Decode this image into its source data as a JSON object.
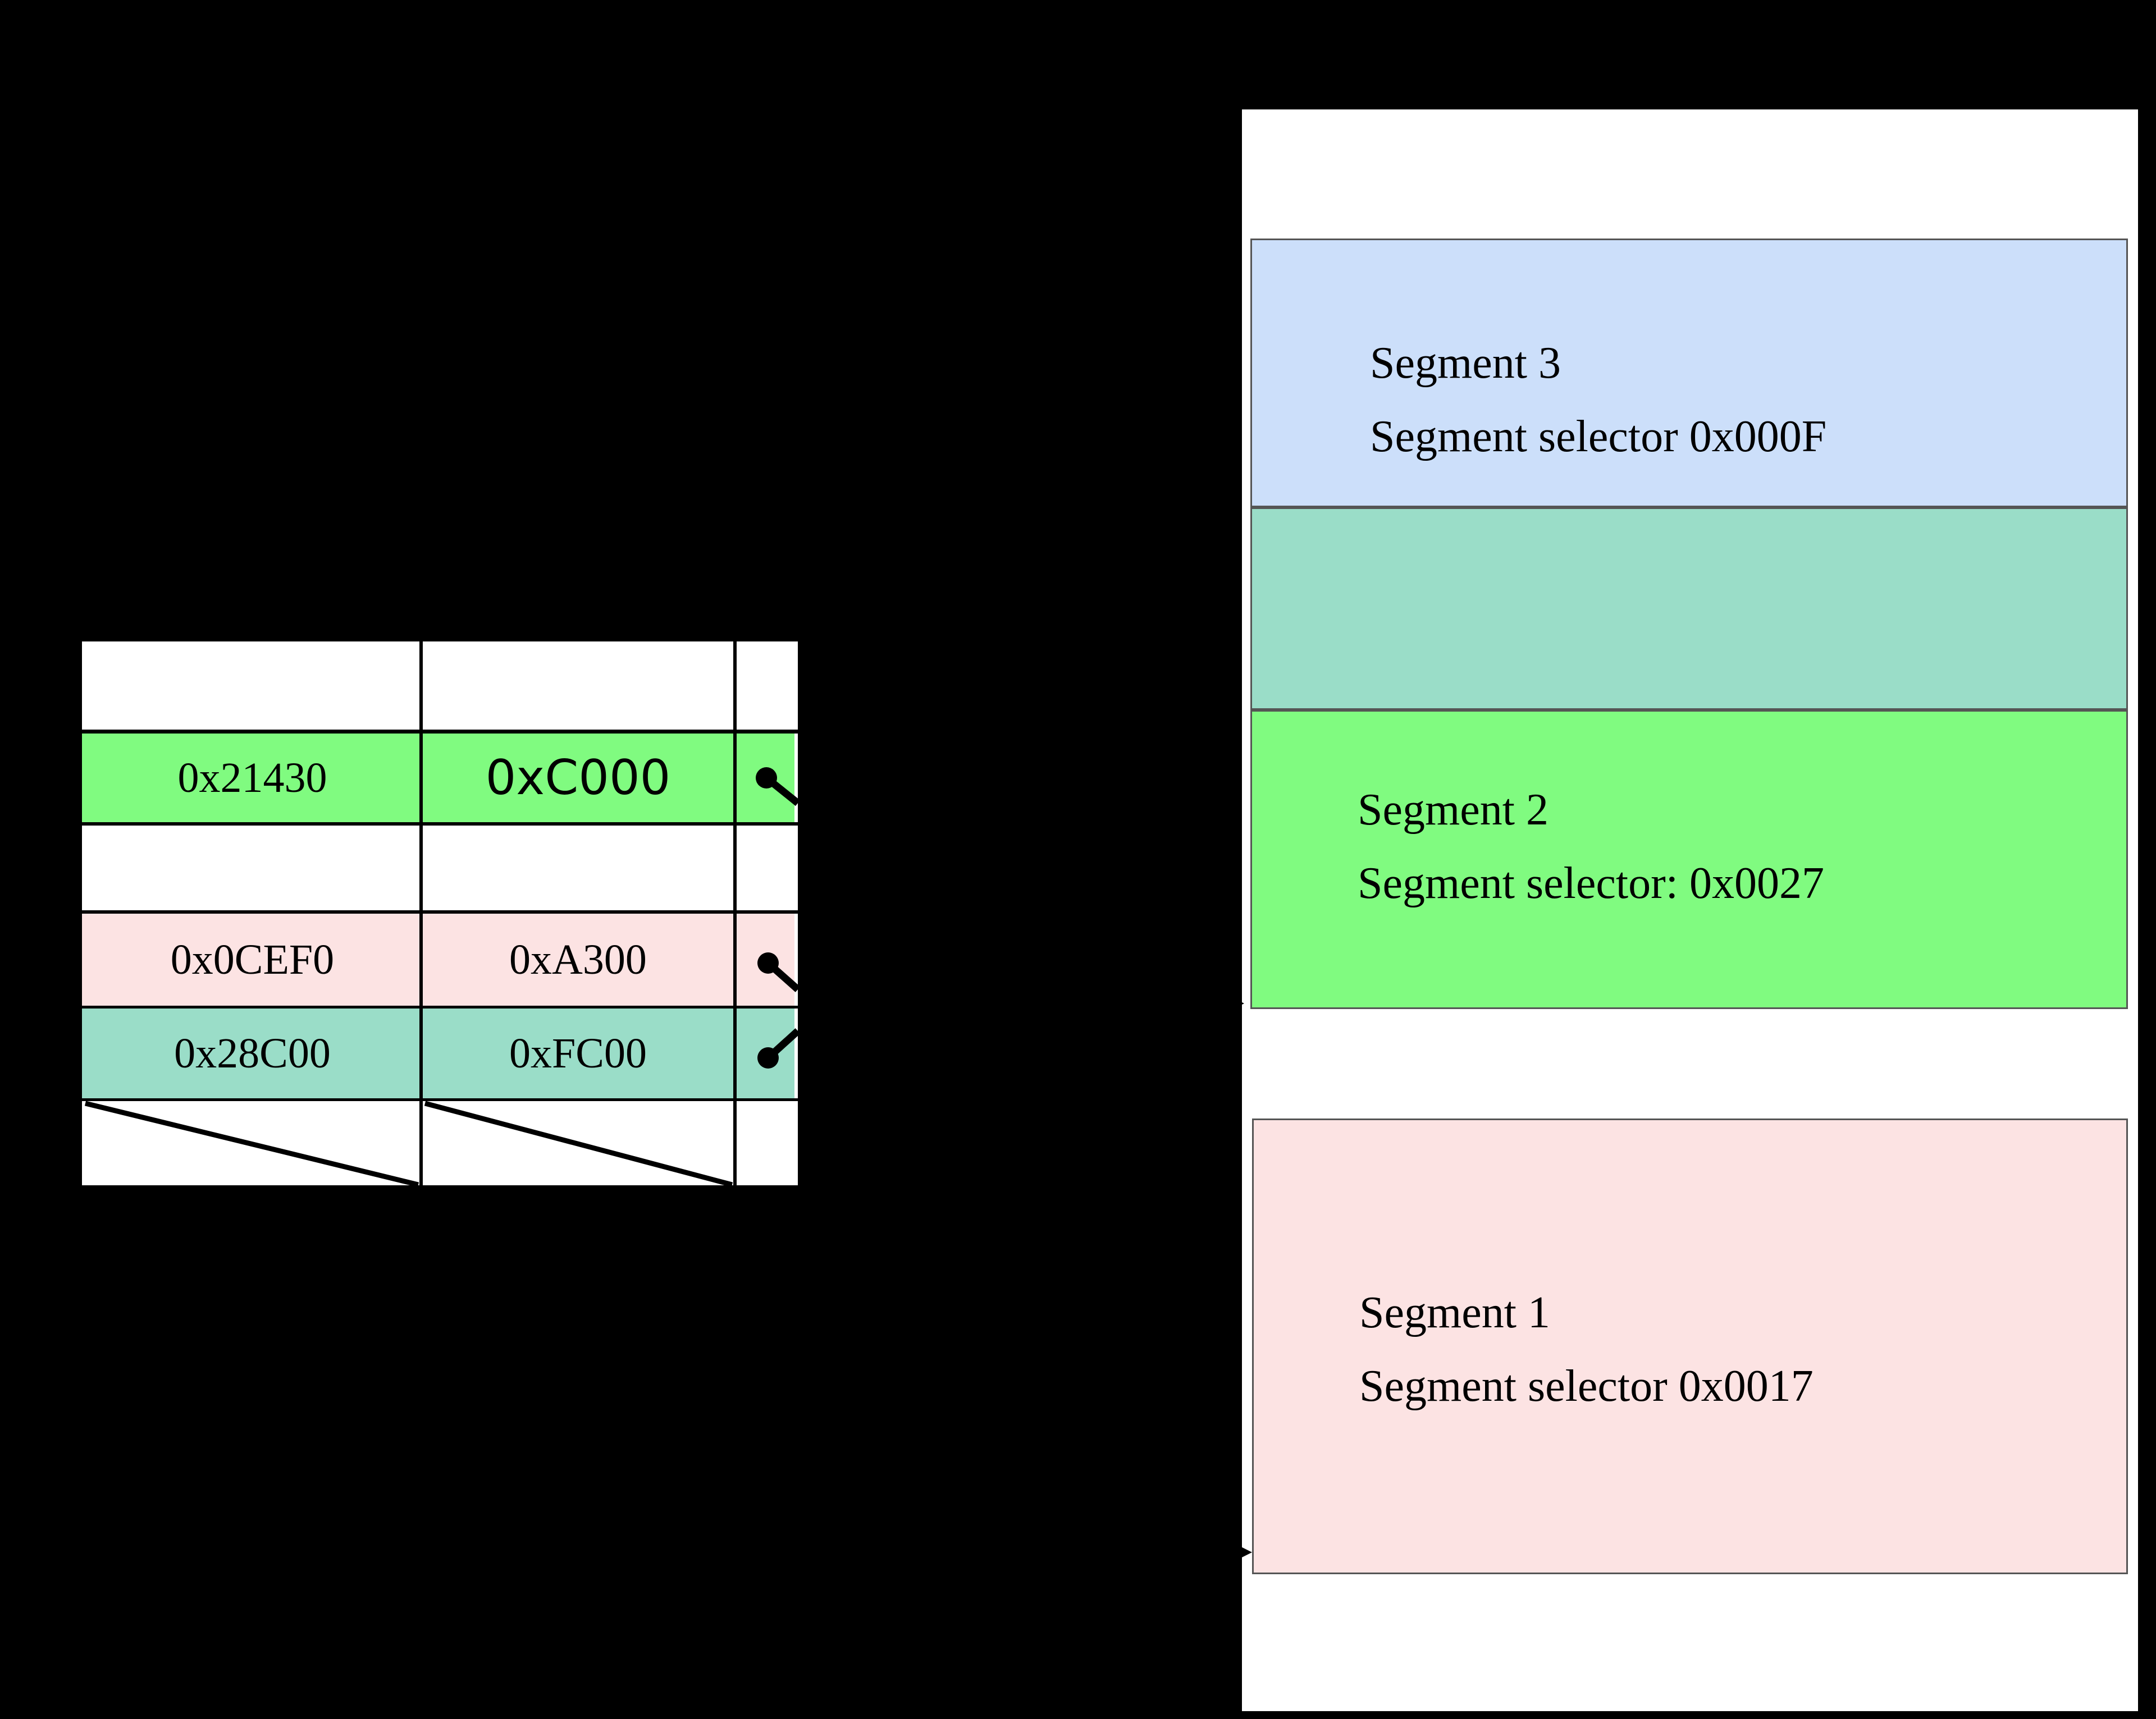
{
  "diagram": {
    "segment_table": {
      "rows": [
        {
          "base": "0x21430",
          "limit": "0xC000"
        },
        {
          "base": "0x0CEF0",
          "limit": "0xA300"
        },
        {
          "base": "0x28C00",
          "limit": "0xFC00"
        }
      ]
    },
    "memory": {
      "segments": [
        {
          "label": "Segment 3",
          "selector": "Segment selector 0x000F"
        },
        {
          "label": "",
          "selector": ""
        },
        {
          "label": "Segment 2",
          "selector": "Segment selector: 0x0027"
        },
        {
          "label": "Segment 1",
          "selector": "Segment selector 0x0017"
        }
      ]
    },
    "colors": {
      "background": "#000000",
      "table_panel": "#FFFFFF",
      "row_green": "#80FB80",
      "row_pink": "#FCE3E3",
      "row_teal": "#9ADDC8",
      "segment_blue": "#CCDFFA",
      "segment_teal": "#9ADDC8",
      "segment_green": "#80FB80",
      "segment_pink": "#FCE3E3",
      "memory_bg": "#FFFFFF",
      "segment_border": "#555555"
    }
  }
}
